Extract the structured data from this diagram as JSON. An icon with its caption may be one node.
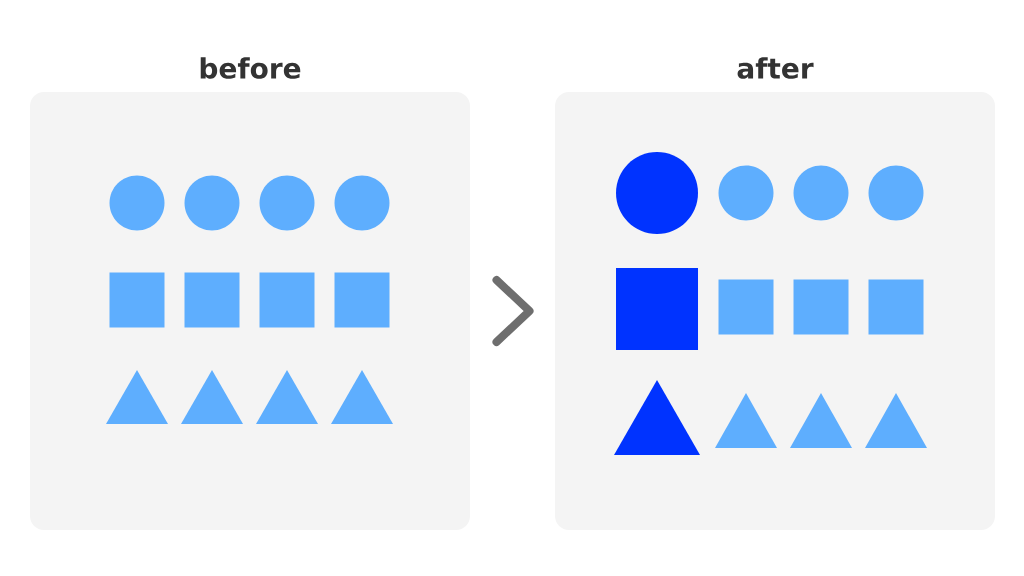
{
  "diagram": {
    "nodes": [
      {
        "text": [
          "before"
        ]
      },
      {
        "text": [
          "after"
        ]
      }
    ],
    "edges": [
      {
        "from": 0,
        "to": 1,
        "arrow": "to"
      }
    ]
  }
}
